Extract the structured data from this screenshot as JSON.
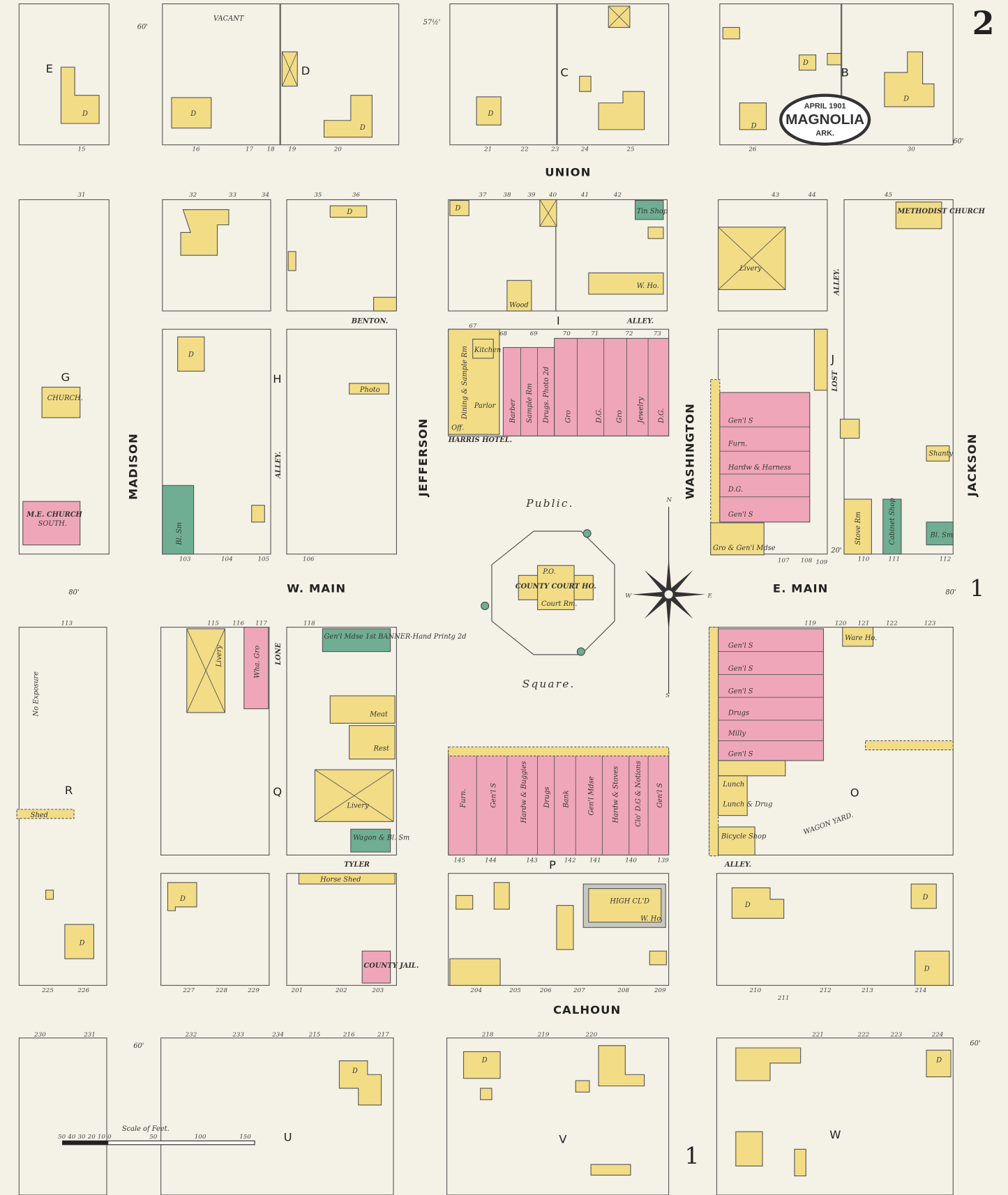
{
  "title": {
    "date": "APRIL 1901",
    "city": "MAGNOLIA",
    "state": "ARK."
  },
  "sheet_number": "2",
  "adjoining_sheet": "1",
  "colors": {
    "paper": "#f4f1e6",
    "frame_dwelling": "#f2dc86",
    "brick": "#efa6b8",
    "iron_clad": "#6fae92",
    "stone": "#c8c8c0"
  },
  "streets": {
    "union": "UNION",
    "w_main": "W. MAIN",
    "e_main": "E. MAIN",
    "calhoun": "CALHOUN",
    "madison": "MADISON",
    "jefferson": "JEFFERSON",
    "washington": "WASHINGTON",
    "jackson": "JACKSON",
    "benton": "BENTON.",
    "tyler": "TYLER",
    "alley": "ALLEY.",
    "lone": "LONE",
    "lost": "LOST"
  },
  "street_widths": {
    "w60": "60'",
    "w80": "80'",
    "w20": "20'",
    "w57": "57½'"
  },
  "blocks": [
    "E",
    "D",
    "C",
    "B",
    "G",
    "H",
    "I",
    "J",
    "R",
    "Q",
    "P",
    "O",
    "U",
    "V",
    "W"
  ],
  "square": {
    "public": "Public.",
    "square": "Square.",
    "courthouse": "COUNTY COURT HO.",
    "po": "P.O.",
    "court_room": "Court Rm."
  },
  "compass": {
    "n": "N",
    "s": "S",
    "e": "E",
    "w": "W"
  },
  "buildings": {
    "harris_hotel": "HARRIS HOTEL.",
    "kitchen": "Kitchen",
    "dining": "Dining & Sample Rm",
    "parlor": "Parlor",
    "off": "Off.",
    "barber": "Barber",
    "sample_rm": "Sample Rm",
    "drugs_photo": "Drugs. Photo 2d",
    "gro": "Gro",
    "dg": "D.G.",
    "jewelry": "Jewelry",
    "genl_s": "Gen'l S",
    "furn": "Furn.",
    "hardw_harness": "Hardw & Harness",
    "gro_mdse": "Gro & Gen'l Mdse",
    "furn2": "Furn.",
    "hardw_buggies": "Hardw & Buggies",
    "drugs": "Drugs",
    "bank": "Bank",
    "genl_mdse": "Gen'l Mdse",
    "hardw_stoves": "Hardw & Stoves",
    "clo_dg": "Clo' D.G & Notions",
    "milly": "Milly",
    "lunch": "Lunch",
    "lunch_drug": "Lunch & Drug",
    "bicycle": "Bicycle Shop",
    "me_church": "M.E. CHURCH",
    "me_south": "SOUTH.",
    "church": "CHURCH.",
    "methodist": "METHODIST CHURCH",
    "county_jail": "COUNTY JAIL.",
    "livery": "Livery",
    "wha_gro": "Wha. Gro",
    "bl_sm": "Bl. Sm",
    "tin_shop": "Tin Shop",
    "w_ho": "W. Ho.",
    "wagon_bl_sm": "Wagon & Bl. Sm",
    "banner": "Gen'l Mdse 1st BANNER-Hand Printg 2d",
    "meat": "Meat",
    "rest": "Rest",
    "horse_shed": "Horse Shed",
    "stove_rm": "Stove Rm",
    "cabinet_shop": "Cabinet Shop",
    "photo": "Photo",
    "high_cl": "HIGH CL'D",
    "ware_ho": "Ware Ho.",
    "wagon_yard": "WAGON YARD.",
    "vacant": "VACANT",
    "shed": "Shed",
    "no_exposure": "No Exposure",
    "dwelling": "D",
    "wood": "Wood",
    "shanty": "Shanty"
  },
  "lot_numbers": [
    "15",
    "16",
    "17",
    "18",
    "19",
    "20",
    "21",
    "22",
    "23",
    "24",
    "25",
    "26",
    "30",
    "31",
    "32",
    "33",
    "34",
    "35",
    "36",
    "37",
    "38",
    "39",
    "40",
    "41",
    "42",
    "43",
    "44",
    "45",
    "67",
    "68",
    "69",
    "70",
    "71",
    "72",
    "73",
    "103",
    "104",
    "105",
    "106",
    "107",
    "108",
    "109",
    "110",
    "111",
    "112",
    "113",
    "115",
    "116",
    "117",
    "118",
    "119",
    "120",
    "121",
    "122",
    "123",
    "145",
    "144",
    "143",
    "142",
    "141",
    "140",
    "139",
    "204",
    "205",
    "206",
    "207",
    "208",
    "209",
    "210",
    "211",
    "212",
    "213",
    "214",
    "225",
    "226",
    "227",
    "228",
    "229",
    "201",
    "202",
    "203",
    "230",
    "231",
    "232",
    "233",
    "234",
    "215",
    "216",
    "217",
    "218",
    "219",
    "220",
    "221",
    "222",
    "223",
    "224"
  ],
  "scale": {
    "label": "Scale of Feet.",
    "ticks": [
      "50",
      "40",
      "30",
      "20",
      "10",
      "0",
      "50",
      "100",
      "150"
    ]
  }
}
